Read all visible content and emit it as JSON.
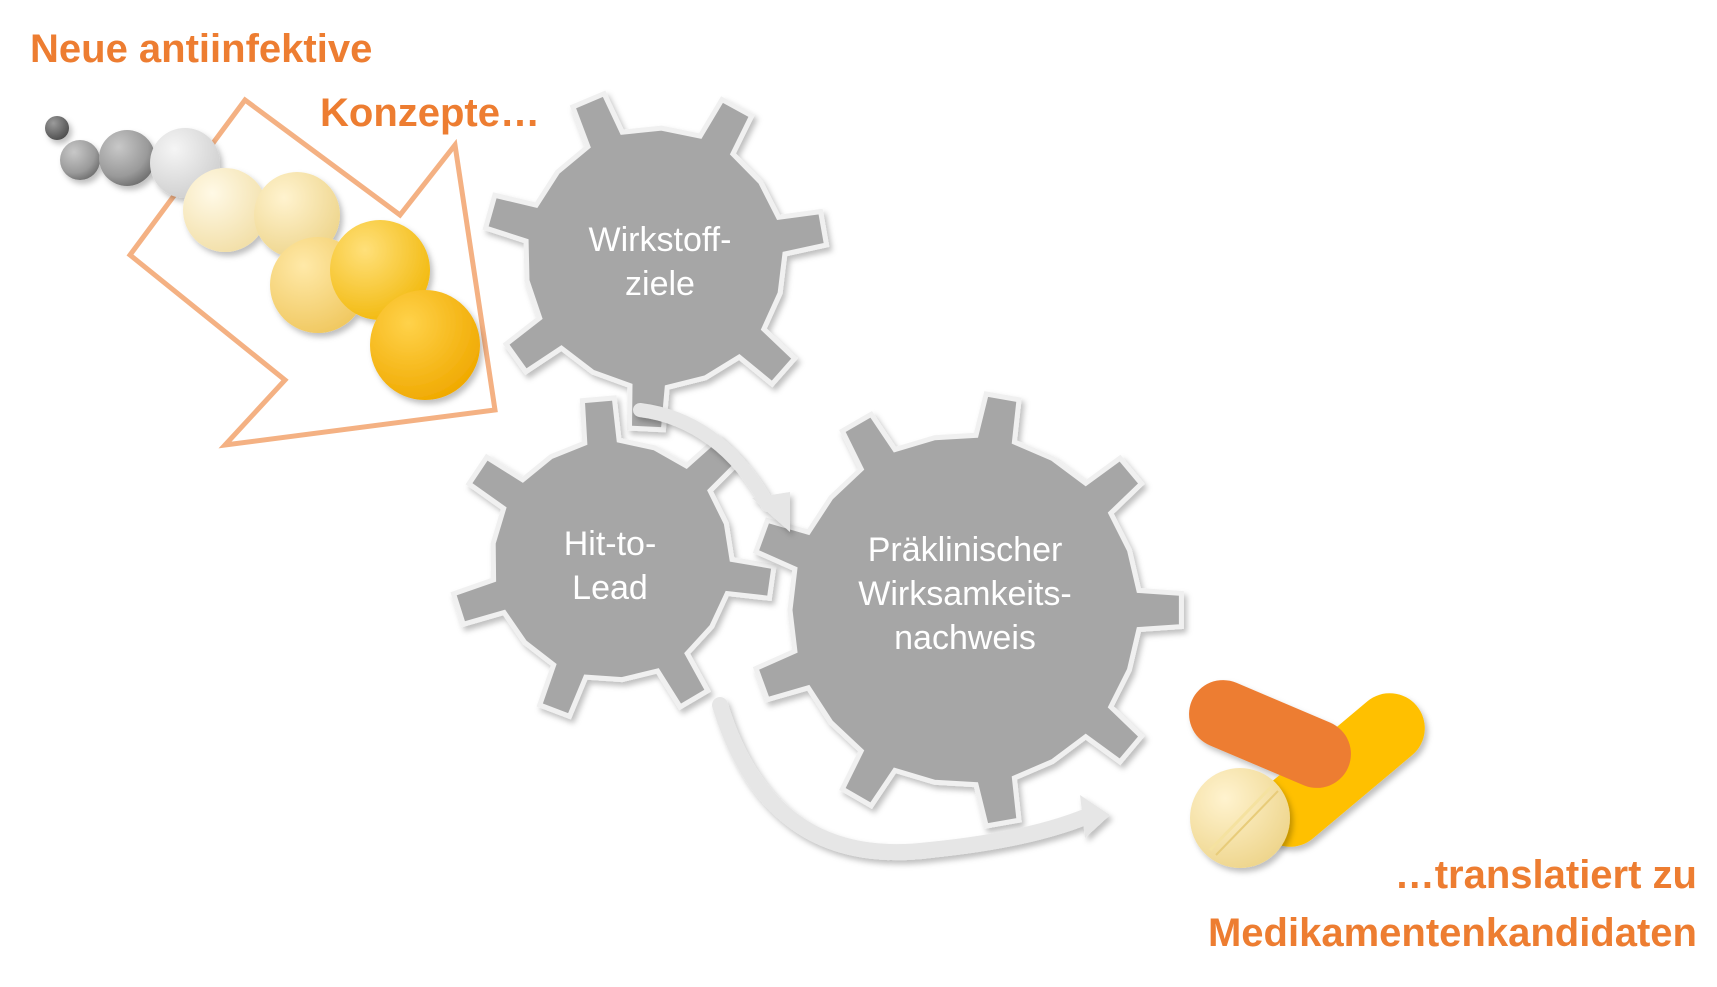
{
  "headline_left": {
    "line1": "Neue antiinfektive",
    "line2": "Konzepte…"
  },
  "headline_right": {
    "line1": "…translatiert zu",
    "line2": "Medikamentenkandidaten"
  },
  "gears": [
    {
      "id": "wirkstoffziele",
      "line1": "Wirkstoff-",
      "line2": "ziele"
    },
    {
      "id": "hit-to-lead",
      "line1": "Hit-to-",
      "line2": "Lead"
    },
    {
      "id": "praeklinisch",
      "line1": "Präklinischer",
      "line2": "Wirksamkeits-",
      "line3": "nachweis"
    }
  ],
  "colors": {
    "accent_orange": "#ed7d31",
    "arrow_outline": "#f4b183",
    "gear_fill": "#a6a6a6",
    "pill_yellow": "#ffc000",
    "pill_orange": "#ed7d31",
    "tablet_light": "#ffe699"
  },
  "icons": [
    "funnel-arrow-icon",
    "gear-icon",
    "curved-arrow-icon",
    "capsule-icon",
    "tablet-icon",
    "molecule-bead-icon"
  ]
}
